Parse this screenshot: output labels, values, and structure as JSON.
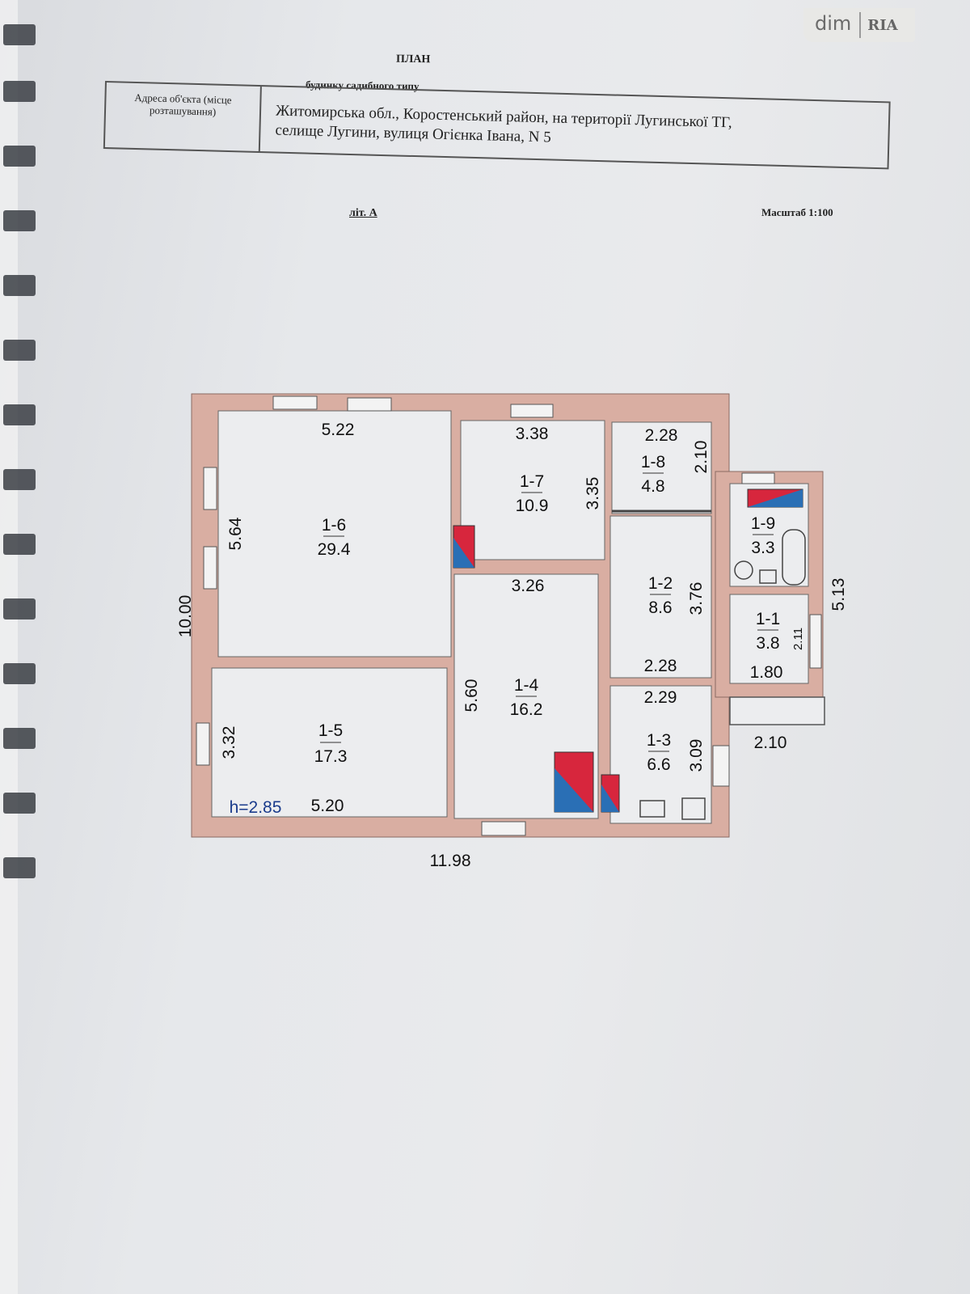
{
  "document": {
    "title": "ПЛАН",
    "subtitle": "будинку садибного типу",
    "address_label": "Адреса об'єкта (місце розташування)",
    "address_line1": "Житомирська обл., Коростенський район, на території Лугинської ТГ,",
    "address_line2": "селище Лугини, вулиця  Огієнка Івана, N 5",
    "building_letter": "літ. А",
    "scale": "Масштаб 1:100"
  },
  "watermark": {
    "text1": "dim",
    "text2": "RIA"
  },
  "plan": {
    "colors": {
      "wall": "#d9aea2",
      "floor": "#ecedef",
      "stove_red": "#d7263d",
      "stove_blue": "#2a6fb5"
    },
    "rooms": [
      {
        "id": "1-6",
        "area": "29.4"
      },
      {
        "id": "1-5",
        "area": "17.3"
      },
      {
        "id": "1-7",
        "area": "10.9"
      },
      {
        "id": "1-4",
        "area": "16.2"
      },
      {
        "id": "1-8",
        "area": "4.8"
      },
      {
        "id": "1-2",
        "area": "8.6"
      },
      {
        "id": "1-9",
        "area": "3.3"
      },
      {
        "id": "1-1",
        "area": "3.8"
      },
      {
        "id": "1-3",
        "area": "6.6"
      }
    ],
    "dimensions": {
      "r16_w": "5.22",
      "r16_h": "5.64",
      "r15_h": "3.32",
      "r15_w": "5.20",
      "r17_w": "3.38",
      "r17_h": "3.35",
      "r14_w": "3.26",
      "r14_h": "5.60",
      "r18_w": "2.28",
      "r18_h": "2.10",
      "r12_h": "3.76",
      "r12_w": "2.28",
      "r13_w": "2.29",
      "r13_h": "3.09",
      "r11_h": "2.11",
      "r11_w": "1.80",
      "ext_h": "5.13",
      "porch_w": "2.10",
      "total_h": "10.00",
      "total_w": "11.98",
      "ceiling": "h=2.85"
    }
  }
}
